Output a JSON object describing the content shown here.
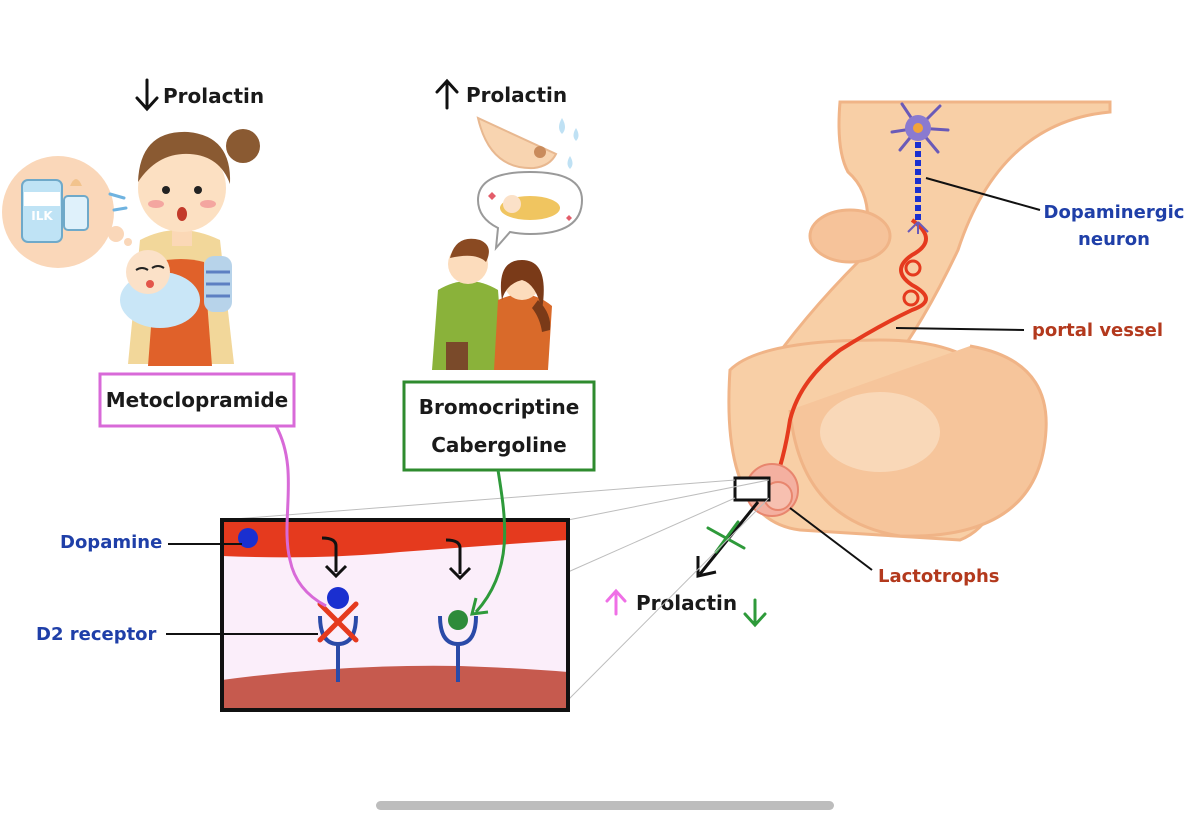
{
  "left_panel": {
    "prolactin_label": "Prolactin",
    "drug": "Metoclopramide",
    "milk_text": "ILK"
  },
  "middle_panel": {
    "prolactin_label": "Prolactin",
    "drugs": [
      "Bromocriptine",
      "Cabergoline"
    ]
  },
  "synapse_labels": {
    "dopamine": "Dopamine",
    "d2_receptor": "D2 receptor"
  },
  "pituitary_labels": {
    "neuron_line1": "Dopaminergic",
    "neuron_line2": "neuron",
    "portal_vessel": "portal vessel",
    "lactotrophs": "Lactotrophs",
    "prolactin": "Prolactin"
  },
  "colors": {
    "metoclopramide_box": "#d86ad8",
    "bromocriptine_box": "#2e8b2e",
    "dopamine_dot": "#1a2fd0",
    "vessel_red": "#e53a1e",
    "tissue_peach": "#f8cfa6",
    "label_blue": "#1f3fa8",
    "label_red": "#b3391d",
    "block_x": "#e53a1e",
    "up_arrow_pink": "#ef6fe6",
    "down_arrow_green": "#2e9a3a"
  },
  "icons": [
    "down-arrow-icon",
    "up-arrow-icon",
    "mother-baby-illustration",
    "couple-illustration",
    "breast-drip-illustration",
    "milk-bottle-icon",
    "neuron-icon",
    "block-x-icon"
  ]
}
